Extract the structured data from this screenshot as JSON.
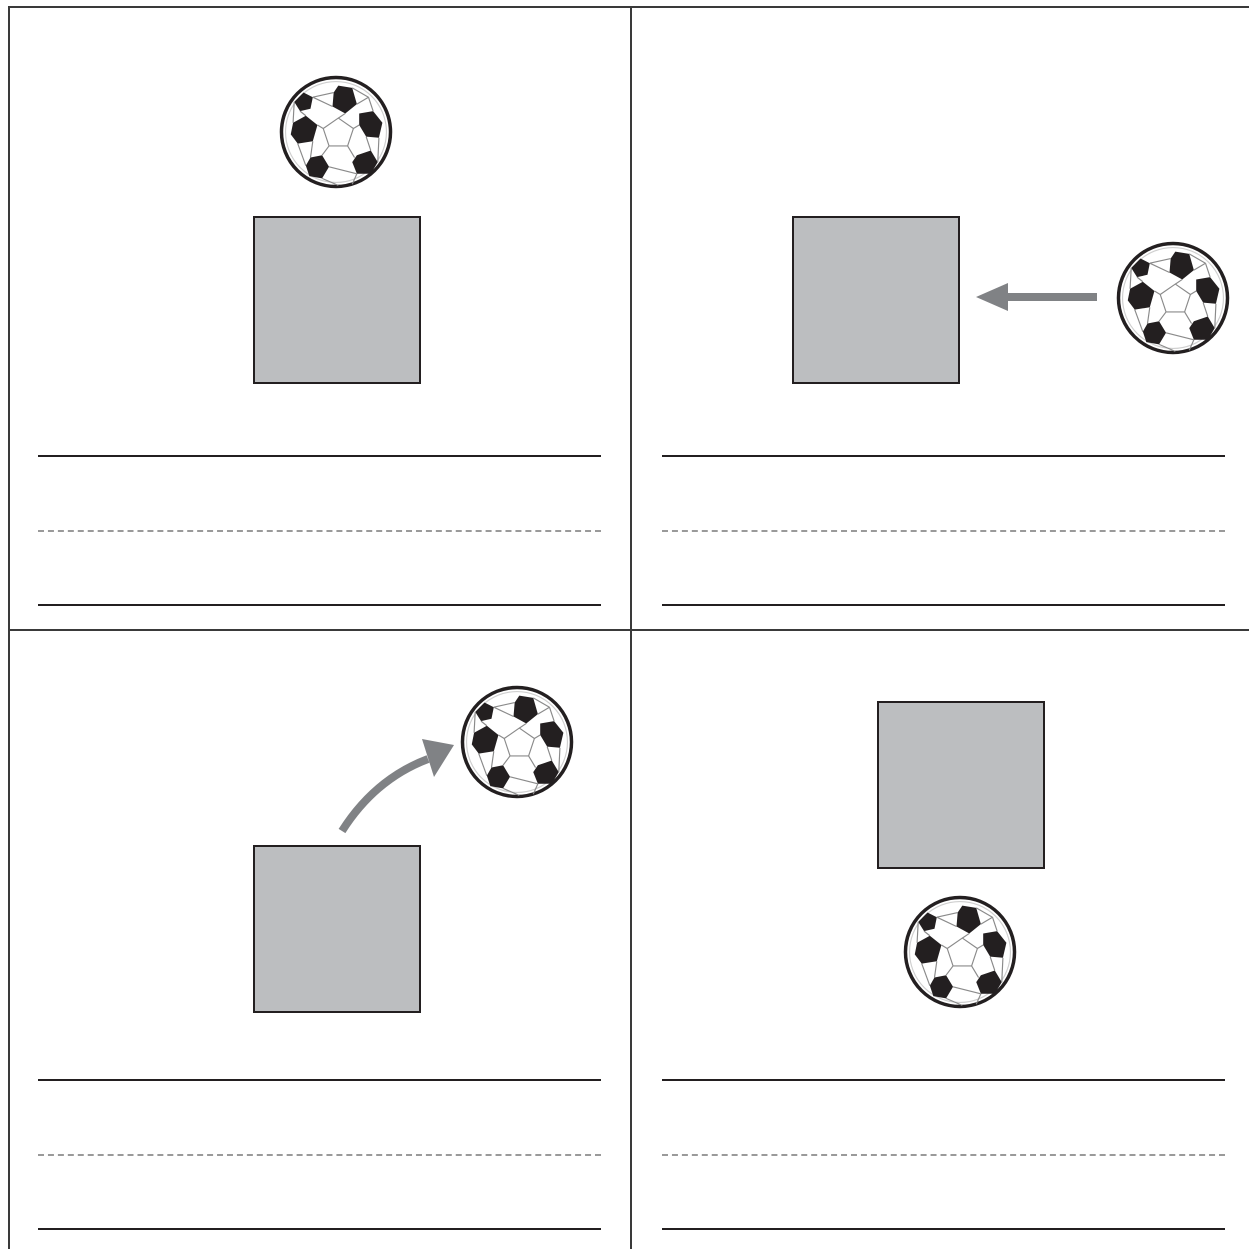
{
  "worksheet": {
    "panels": [
      {
        "id": "top-left",
        "ball_position": "above",
        "arrow": "none"
      },
      {
        "id": "top-right",
        "ball_position": "beside",
        "arrow": "straight-left"
      },
      {
        "id": "bottom-left",
        "ball_position": "over",
        "arrow": "curved-up-right"
      },
      {
        "id": "bottom-right",
        "ball_position": "below",
        "arrow": "none"
      }
    ],
    "colors": {
      "box_fill": "#bcbec0",
      "box_border": "#231f20",
      "arrow": "#808285",
      "solid_line": "#231f20",
      "dashed_line": "#9a9a9a",
      "ball_patch": "#231f20"
    },
    "icons": {
      "ball": "soccer-ball-icon",
      "box": "gray-square",
      "arrow": "arrow-icon"
    }
  }
}
